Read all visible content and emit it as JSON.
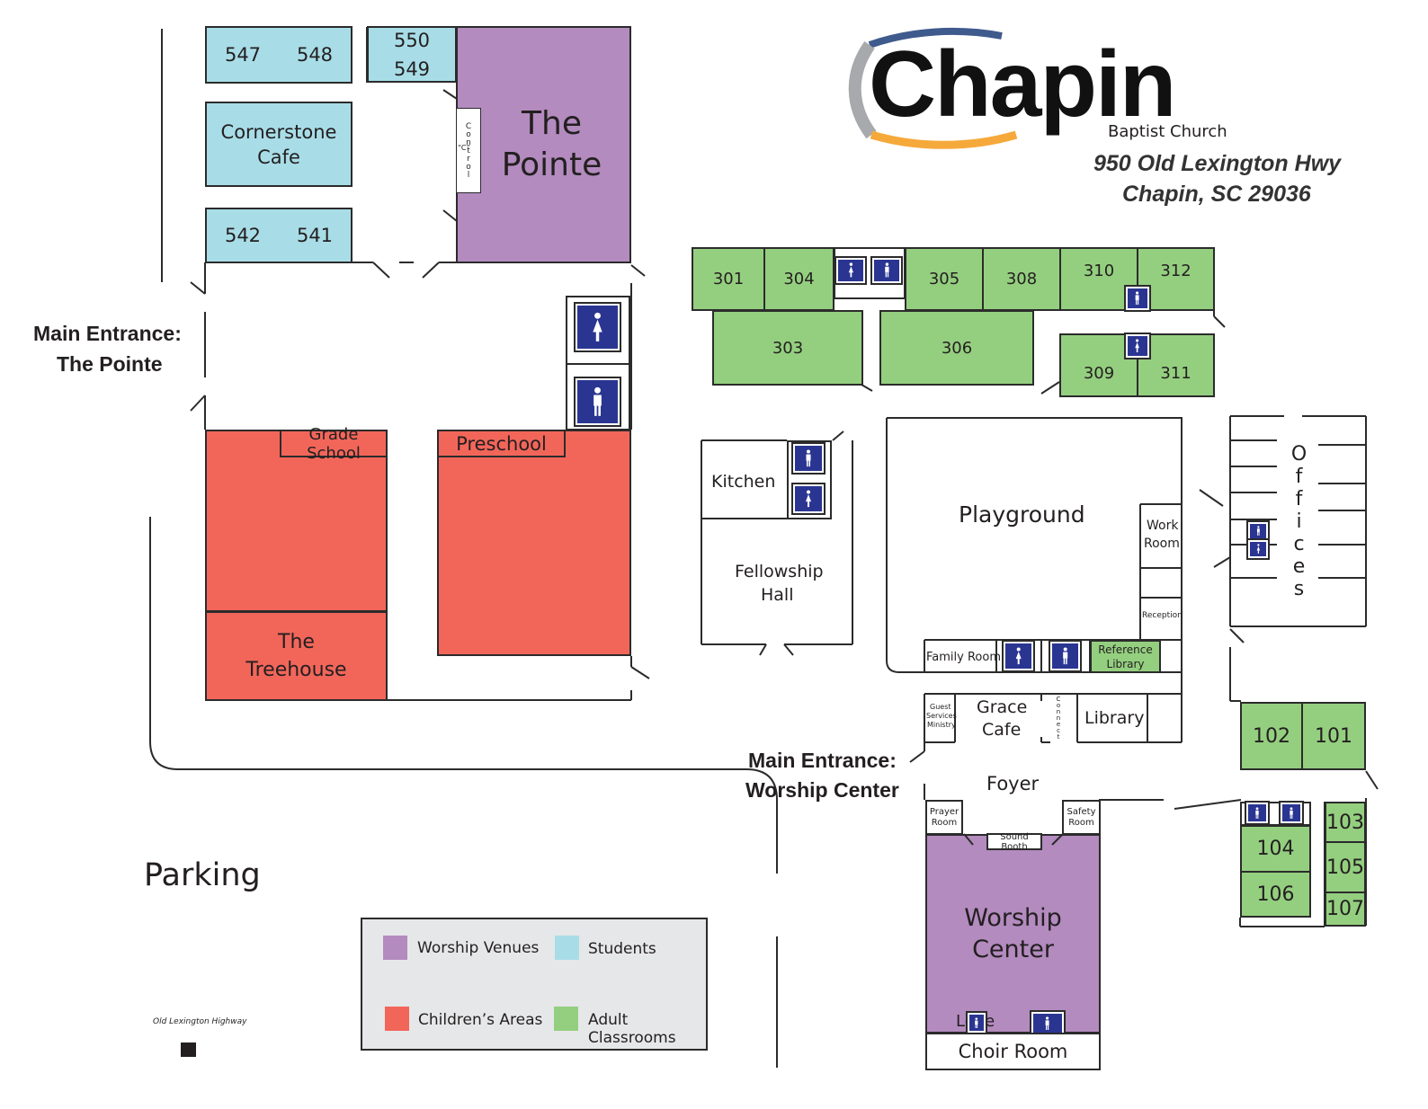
{
  "header": {
    "logo_word": "Chapin",
    "logo_sub": "Baptist Church",
    "address_line1": "950 Old Lexington Hwy",
    "address_line2": "Chapin, SC 29036"
  },
  "colors": {
    "students": "#a8dde7",
    "worship": "#b38bbf",
    "children": "#f2665a",
    "adult": "#94cf7f",
    "restroom": "#2a3592",
    "logo_blue": "#3f5a8c",
    "logo_gray": "#a7a9ac",
    "logo_orange": "#f6a93b"
  },
  "entrances": {
    "pointe_line1": "Main Entrance:",
    "pointe_line2": "The Pointe",
    "worship_line1": "Main Entrance:",
    "worship_line2": "Worship Center"
  },
  "pointe_wing": {
    "r547": "547",
    "r548": "548",
    "r550": "550",
    "r549": "549",
    "cornerstone_1": "Cornerstone",
    "cornerstone_2": "Cafe",
    "r542": "542",
    "r541": "541",
    "control": "Control",
    "control_c": "“C”",
    "pointe_1": "The",
    "pointe_2": "Pointe",
    "grade_school": "Grade School",
    "preschool": "Preschool",
    "treehouse_1": "The",
    "treehouse_2": "Treehouse"
  },
  "adult_wing": {
    "r301": "301",
    "r304": "304",
    "r305": "305",
    "r308": "308",
    "r310": "310",
    "r312": "312",
    "r303": "303",
    "r306": "306",
    "r309": "309",
    "r311": "311"
  },
  "center": {
    "kitchen": "Kitchen",
    "fellowship_1": "Fellowship",
    "fellowship_2": "Hall",
    "playground": "Playground",
    "work_room_1": "Work",
    "work_room_2": "Room",
    "reception": "Reception",
    "family_room": "Family Room",
    "reference_1": "Reference",
    "reference_2": "Library",
    "guest_1": "Guest",
    "guest_2": "Services",
    "guest_3": "Ministry",
    "grace_1": "Grace",
    "grace_2": "Cafe",
    "connect": "Connect",
    "library": "Library",
    "offices": "Offices",
    "foyer": "Foyer",
    "prayer_1": "Prayer",
    "prayer_2": "Room",
    "safety_1": "Safety",
    "safety_2": "Room",
    "sound_booth": "Sound Booth",
    "worship_1": "Worship",
    "worship_2": "Center",
    "loge": "Loge",
    "choir_room": "Choir Room"
  },
  "east_wing": {
    "r102": "102",
    "r101": "101",
    "r103": "103",
    "r104": "104",
    "r105": "105",
    "r106": "106",
    "r107": "107"
  },
  "parking": "Parking",
  "road": "Old Lexington Highway",
  "legend": {
    "worship": "Worship Venues",
    "students": "Students",
    "children": "Children’s Areas",
    "adult": "Adult Classrooms"
  }
}
